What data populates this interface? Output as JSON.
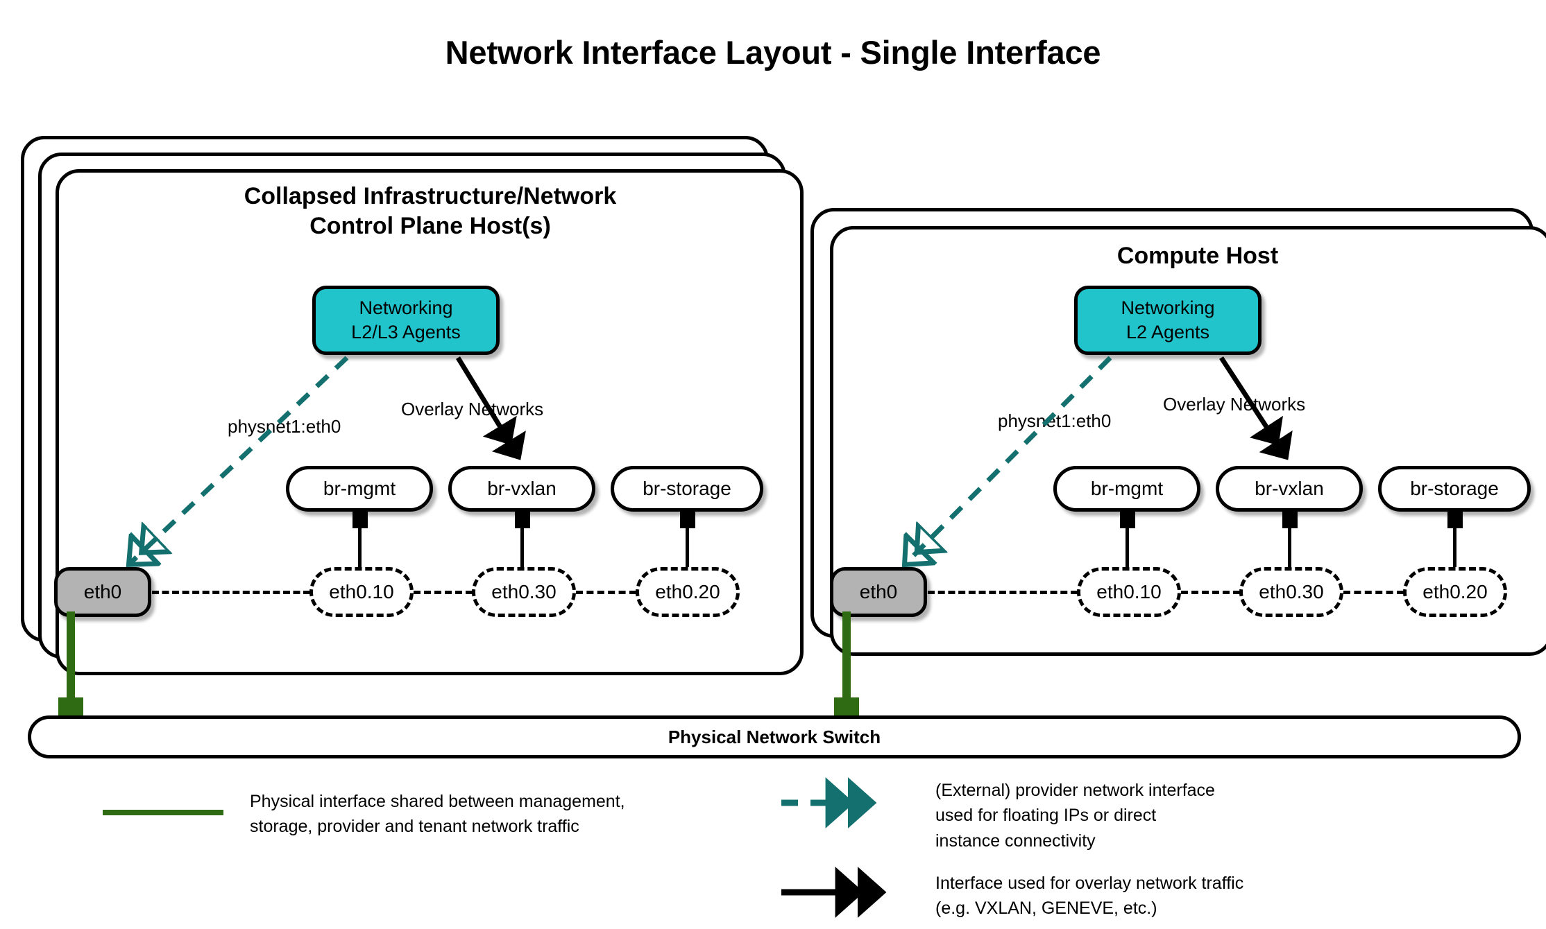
{
  "title": "Network Interface Layout - Single Interface",
  "hosts": [
    {
      "id": "control-plane",
      "title": "Collapsed Infrastructure/Network\nControl Plane Host(s)",
      "stack_count": 3,
      "agent": {
        "label": "Networking\nL2/L3 Agents",
        "color": "#22C4CC"
      },
      "nic": {
        "label": "eth0",
        "color": "#B3B3B3"
      },
      "provider_label": "physnet1:eth0",
      "overlay_label": "Overlay Networks",
      "bridges": [
        {
          "bridge": "br-mgmt",
          "vlan": "eth0.10"
        },
        {
          "bridge": "br-vxlan",
          "vlan": "eth0.30"
        },
        {
          "bridge": "br-storage",
          "vlan": "eth0.20"
        }
      ]
    },
    {
      "id": "compute",
      "title": "Compute Host",
      "stack_count": 2,
      "agent": {
        "label": "Networking\nL2 Agents",
        "color": "#22C4CC"
      },
      "nic": {
        "label": "eth0",
        "color": "#B3B3B3"
      },
      "provider_label": "physnet1:eth0",
      "overlay_label": "Overlay Networks",
      "bridges": [
        {
          "bridge": "br-mgmt",
          "vlan": "eth0.10"
        },
        {
          "bridge": "br-vxlan",
          "vlan": "eth0.30"
        },
        {
          "bridge": "br-storage",
          "vlan": "eth0.20"
        }
      ]
    }
  ],
  "switch": {
    "label": "Physical Network Switch"
  },
  "legend": [
    {
      "key": "physical-interface",
      "marker": "solid-green-line",
      "color": "#2E6B12",
      "text": "Physical interface shared between management,\nstorage, provider and tenant network traffic"
    },
    {
      "key": "provider-network",
      "marker": "teal-dashed-double-arrow",
      "color": "#14706E",
      "text": "(External) provider network interface\nused for floating IPs or direct\ninstance connectivity"
    },
    {
      "key": "overlay-network",
      "marker": "black-double-arrow",
      "color": "#000000",
      "text": "Interface used for overlay network traffic\n(e.g. VXLAN, GENEVE, etc.)"
    }
  ],
  "colors": {
    "agent_cyan": "#22C4CC",
    "nic_gray": "#B3B3B3",
    "provider_teal": "#14706E",
    "physical_green": "#2E6B12",
    "stroke_black": "#000000",
    "background": "#FFFFFF"
  }
}
